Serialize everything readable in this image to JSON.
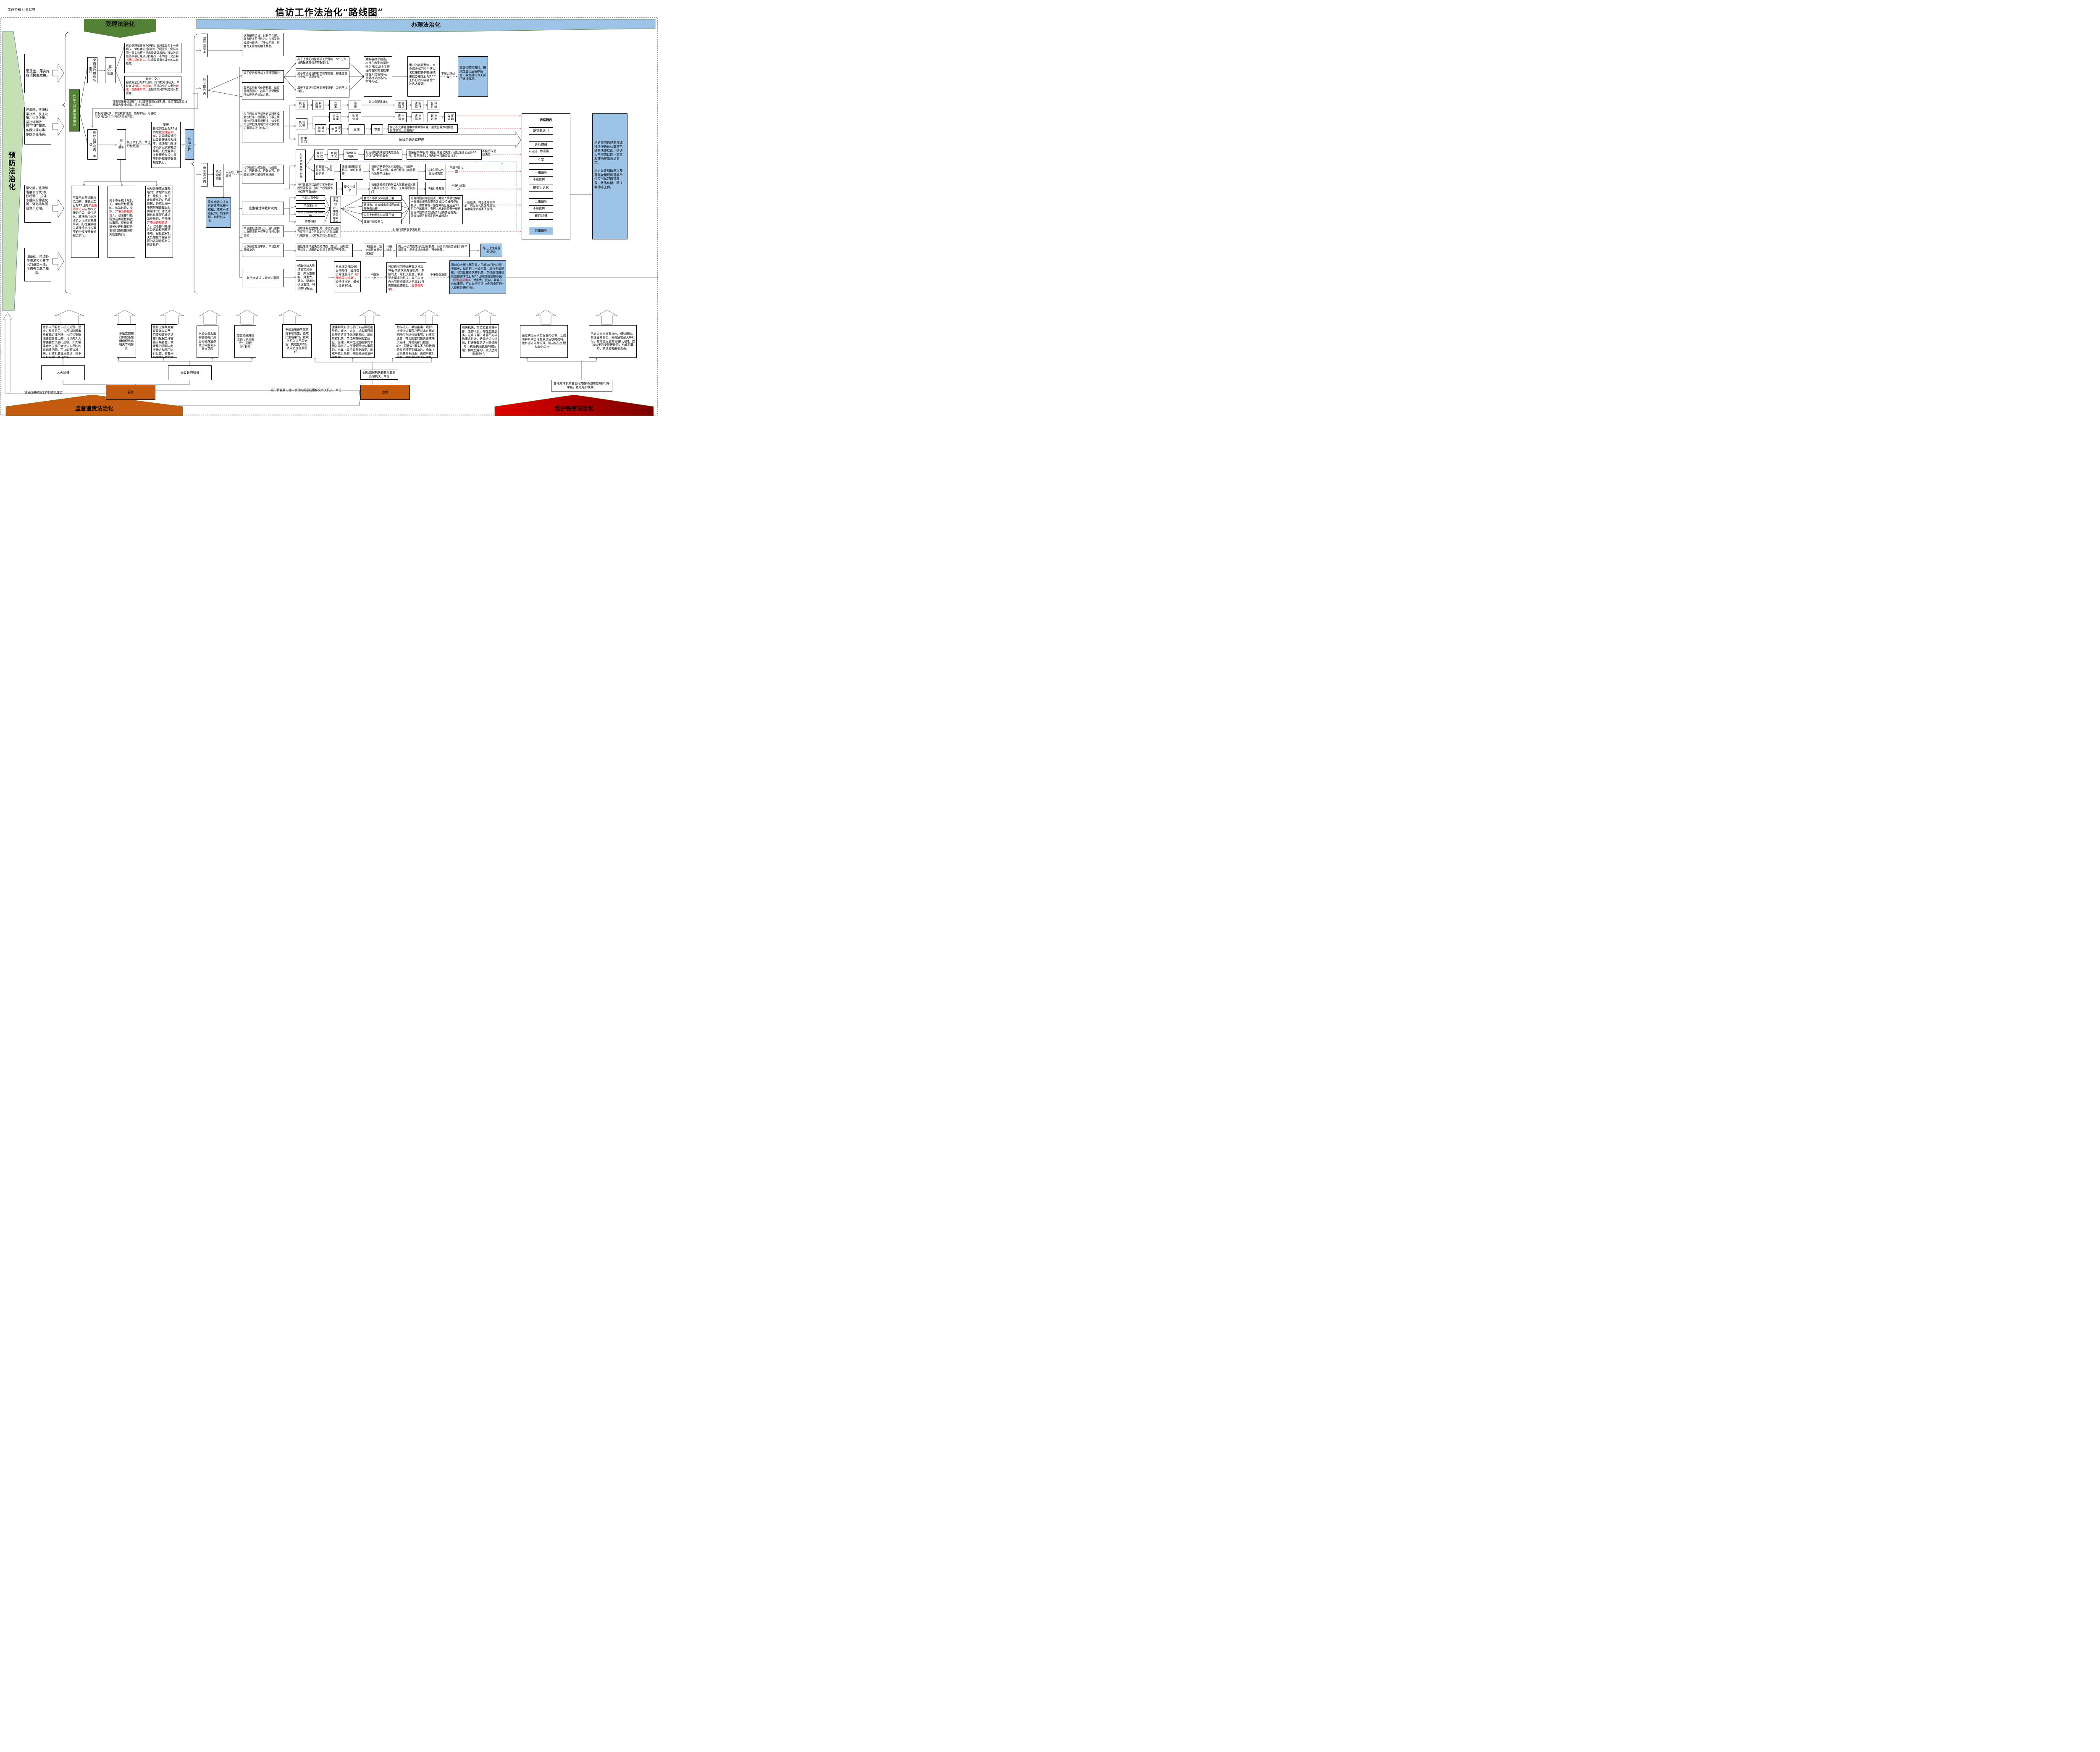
{
  "header": {
    "note": "工作资料  注意保管",
    "title": "信访工作法治化“路线图”"
  },
  "banners": {
    "acceptance": "受理法治化",
    "handling": "办理法治化",
    "prevention": "预防法治化",
    "supervision": "监督追责法治化",
    "order": "维护秩序法治化"
  },
  "prevention": {
    "items": [
      "惠民生，落实好各项民生政策。",
      "控风险，坚持科学决策、民主决策、依法决策，坚决做到依照“三定”履职、依照法律办事、依照责任落实。",
      "早化解，坚持和发展新时代“枫桥经验”，加强矛盾纠纷排查化解，强化信访问题源头治理。",
      "固基础，推动各类资源和力量下沉到基层一线，全面夯实基层基础。"
    ]
  },
  "acceptance": {
    "petitioner": "信访人提出信访事项",
    "party_dept": "党委和政府信访部门",
    "register": "登记、甄别",
    "reject_box": {
      "pre": "已经受理或正在办理的；跨越本级和上一级机关、单位走访提出的；已经复核，仍然以同一事实和理由提出投诉请求的；涉法涉诉信访事项已经依法终结的，不转送、交办并",
      "red": "书面告知信访人。",
      "post": "法规政策另有规定的从其规定。"
    },
    "transfer_box": {
      "title": "转送、交办",
      "p1": "自收到之日起15日内，向有权处理机关、单位发放",
      "r1": "转送、交办单",
      "p2": "，同时向信访人发放",
      "r2": "转送、交办告知单",
      "p3": "。法规政策另有规定的从其规定。"
    },
    "feedback_note": "党委和政府信访部门可以要求有权处理机关、单位在指定办理期限内反馈结果，提交办结报告。",
    "objection_note": "有权处理机关、单位收到转送、交办单后，可自收到之日起5个工作日内提出异议。",
    "authority": "有权处理机关、单位",
    "register2": "登记、甄别",
    "scope_label": "属于本机关、单位职权范围",
    "accept_box": {
      "title": "受理",
      "p1": "自收到之日起15日内发放",
      "red": "受理告知单",
      "p2": "，告知接收情况以及处理途径和程序。政法部门处理涉及诉讼权利救济事项、纪检监察机关处理检举控告事项的告知按照有关规定执行。"
    },
    "handle_by_law": "依法办理",
    "bottom_boxes": [
      {
        "pre": "不属于本系统职权范围的，自收到之日起15日内",
        "red": "书面告知信访人",
        "post": "向有权处理的机关、单位提出。政法部门处理涉及诉讼权利救济事项、纪检监察机关处理检举控告事项的告知按照有关规定执行。"
      },
      {
        "pre": "属于本系统下级机关、单位职权范围的，依法转送、交办，并",
        "red": "书面告知信访人",
        "post": "。政法部门处理涉及诉讼权利救济事项、纪检监察机关处理检举控告事项的告知按照有关规定执行。"
      },
      {
        "pre": "已经受理或正在办理的；跨越本级和上一级机关、单位走访提出的；已经复核，仍然以同一事实和理由提出投诉请求的；涉法涉诉信访事项已经依法终结的，不受理并",
        "red": "书面告知信访人",
        "post": "。政法部门处理涉及诉讼权利救济事项、纪检监察机关处理检举控告事项的告知按照有关规定执行。"
      }
    ]
  },
  "handling": {
    "categories": {
      "suggestion": "建议意见类",
      "report": "检举控告类",
      "appeal": "申诉求决类"
    },
    "suggestion_box": "认真研究论证，对科学合理、具有现实可行性的，应当采纳或部分采纳，并予以回复。符合有关规定的给予奖励。",
    "report": {
      "discipline_scope": "属于纪检监察机关受理范围的",
      "other_scope": "属于其他有权处理机关、单位受理范围的，按照干部管理权限依规依纪依法办理。",
      "upper": "属于上级纪检监察机关受理的，5个工作日内报送其信访举报部门。",
      "same": "属于本级受理的初次检举控告，移送监督检查部门或相关部门。",
      "lower": "属于下级纪检监察机关受理的，及时予以转送。",
      "notify": "对实名检举控告，应当在收到检举控告之日起15个工作日内告知实名检举控告人受理情况。重复检举控告的，不再告知。",
      "feedback": "承办的监督检查、审查调查部门应当将实名检举控告的处理结果在办结之日起15个工作日内向实名检举控告人反馈。",
      "dissatisfied": "不服办理结果",
      "repeat": "重复检举控告的，按规定登记后留存备查，并定期向有关部门通报情况。"
    },
    "mediation": "依法调解和解",
    "no_agreement": "未达成一致意见",
    "mediation_result": "贯穿申诉求决类信访事项化解全过程，达成一致意见的，制作调解、和解协议书。",
    "litigation": {
      "entry": "应当通过审判机关诉讼程序或复议程序、检察机关刑事立案程序或法律监督程序、公安机关法律程序处理的涉法涉诉信访事项未依法终结的",
      "police": "公安机关",
      "police_steps": [
        "刑事处理",
        "立案",
        "侦查"
      ],
      "arrest_need": "依法需要逮捕的",
      "police_steps2": [
        "提请逮捕",
        "执行逮捕",
        "移送起诉"
      ],
      "procuratorate": "检察机关",
      "proc_steps": [
        "立案监督",
        "侦查监督"
      ],
      "proc_steps2": [
        "审查逮捕",
        "批准逮捕",
        "审查起诉",
        "提起公诉"
      ],
      "proc_lit": [
        "诉讼监督",
        "提交申请书",
        "受理",
        "审查"
      ],
      "proc_result": "作出不支持监督申请或申诉决定，或发出再审检察建议或提请上级院抗诉",
      "court": "审判机关",
      "court_text": "依法启动诉讼程序"
    },
    "admin": {
      "entry": "可以通过行政复议、行政裁决、行政确认、行政许可、行政处罚等行政程序解决的",
      "dispute": "与行政机关的纠纷",
      "review_steps": [
        "行政复议",
        "提交申请",
        "行政复议机关",
        "对行政机关作出的决定是否合法合理进行审查"
      ],
      "review_result": "普通程序60日内作出行政复议决定，经批准延长至多30日；简易程序30日内作出行政复议决定。",
      "review_dissatisfied": "不服行政复议决定",
      "confirm_steps": [
        "行政确认、行政许可、行政处罚等",
        "法律法规规定的机关、单位和组织",
        "对是否需要作出行政确认、行政许可、行政处罚，或对已经作出的是否合法等予以审查",
        "法定时限内作出行政决定"
      ],
      "confirm_dissatisfied": "不服行政决定",
      "ruling_steps": [
        "与行政管理活动密切相关的自然资源权属、知识产权侵权和补偿等民事纠纷",
        "提交申请书",
        "法律法规规定的各级人民政府或各级人民政府农业、林业、工商等职能部门",
        "作出行政裁决"
      ],
      "ruling_dissatisfied": "不服行政裁决"
    },
    "arbitration": {
      "entry": "应当通过仲裁解决的",
      "types": [
        "劳动人事争议",
        "民商事纠纷",
        "农村土地承包经营纠纷",
        "体育纠纷"
      ],
      "apply": "根据法律法规规定、仲裁协议等申请仲裁",
      "committees": [
        "劳动人事争议仲裁委员会",
        "直辖市、省会城市或设区的市仲裁委员会",
        "农村土地承包仲裁委员会",
        "体育仲裁委员会"
      ],
      "result": "法定时限内作出裁决（劳动人事争议仲裁一般自受理仲裁申请之日起45日内作出裁决；体育仲裁一般在仲裁庭组庭后3个月内作出裁决；农村土地承包仲裁一般自受理仲裁申请之日起60日内作出裁决，法律法规另有规定的从其规定）",
      "dissatisfied": "不服裁决，符合法定条件的，可以向人民法院起诉，或申请撤销或不予执行。"
    },
    "duty": {
      "entry": "申请查处违法行为、履行保护人身权或财产权等合法权益职责的",
      "handler": "法律法规规定的机关、单位和组织在接到申请之日起2个月内依法履行或答复，另有规定的从其规定。",
      "dissatisfied": "对履行或答复不满意的"
    },
    "party": {
      "entry": "可以通过党员申诉、申请复审等解决的",
      "handler": "由批准或作出决定的党委（党组）、纪检监察机关，或同级公务员主管部门等受理。",
      "decision": "作出复议、复查或复审等处理决定",
      "dissatisfied": "不服决定",
      "upper": "向上一级党委或纪检监察机关、同级公务员主管部门等申请复核、复查或提出申诉、再申诉等。",
      "final": "作出决定或最终决定"
    },
    "other": {
      "entry": "其他申诉求决类信访事项",
      "hearing": "听取信访人陈述事实和理由，并调查核实。对重大、复杂、疑难的信访事项，可以举行听证。",
      "result": {
        "pre": "自受理之日起60日内办结，出具信访处理意见书（",
        "red": "办理结果告知单",
        "post": "）。经依法批准，最长可延长30日。"
      },
      "dissatisfied": "不服决定",
      "review": {
        "pre": "可以自收到书面答复之日起30日内请求原办理机关、单位的上一级机关复查。收到复查请求的机关、单位应当自收到复查请求之日起30日内提出复查意见（",
        "red": "复查告知单",
        "post": "）。"
      },
      "review_dissatisfied": "不服复查决定",
      "recheck": {
        "pre": "可以自收到书面答复之日起30日内向复查机关、单位的上一级机关、单位申请复核。收到复核请求的机关、单位应当自收到复核请求之日起30日内提出复核意见（",
        "red": "复核告知单",
        "post": "）。对重大、复杂、疑难的信访事项，可以举行听证（听证时间不计入复核办理时间）。"
      }
    },
    "lawsuit": {
      "title": "诉讼程序",
      "steps": [
        "提交起诉书",
        "诉前调解",
        "立案",
        "一审裁判",
        "提交上诉状",
        "二审裁判",
        "审判监督",
        "再审裁判"
      ],
      "between": [
        "",
        "未达成一致意见",
        "",
        "不服裁判",
        "",
        "不服裁判",
        ""
      ]
    },
    "final_box": "信访事项已经复核或涉法涉诉信访事项已经依法终结的，信访人不得再以同一事实和理由提出信访事项。\n\n地方党委和政府以及基层党组织和基层单位应当做好疏导教育、矛盾化解、帮扶救助等工作。"
  },
  "supervision": {
    "boxes": [
      "信访人不服有关机关处理、复查、复核意见、人民法院两审终审裁定或判决、人民检察院法律监督意见的，可以向人大常委会有关部门反映。人大常委会有关部门对信访人反映的普遍性问题，可以向司法机关、行政机关提出意见，但不直接受理、处理个案。",
      "各级党委和政府应当定期组织信访相关专项督查",
      "信访工作联席会议及其办公室、党委和政府信访部门根据工作需要开展督查，就发现的问题向有关地方和部门进行反馈，重要问题向本级党委和政府报告。",
      "各级党委和政府督查部门应当将疑难复杂信访问题列入督查范围",
      "党委和政府信访部门依法履行“三项建议”职责",
      "不依法履职导致信访事项发生，造成严重后果的，依规依纪依法严肃处理；构成犯罪的，依法追究刑事责任。",
      "党委和政府信访部门未按照规定登记、转送、交办，或未履行督办等信访事项处理职责的；其他有权机关、单位未按照规定登记、受理，或未在规定期限内书面告知信访人是否受理信访事项的，由其上级机关责令改正；造成严重后果的，依规依纪依法严肃处理。",
      "有权机关、单位推诿、敷衍、拖延信访事项办理或未在规定期限内办结信访事项；对事实清楚，符合规定的投诉请求未予支持；对信访部门提出的“三项建议”落实不力导致问题长期得不到解决的，由其上级机关责令改正；造成严重后果的，依规依纪依法严肃处理。",
      "有关机关、单位及其领导干部、工作人员，存在态度恶劣、吃拿卡要、处置不力导致事态扩大、泄露信访人信息、打击报复信访人等情形的，依规依纪依法严肃处理；构成犯罪的，依法追究刑事责任。",
      "通过典型案例加强宣传引导，让信访群众明白既有依法反映的权利，也有遵守法律法规、服从依法处理结论的义务。",
      "信访人存在滋事扰序、缠访闹访，捏造歪曲事实、诬告陷害他人等行为，构成违反治安管理行为的，依法给予治安管理处罚；构成犯罪的，依法追究刑事责任。"
    ],
    "npc": "人大监督",
    "party_gov": "党委政府监督",
    "discipline": "纪检监察机关和其他有权处理机关、单位",
    "legal_org": "各级政法机关要会同党委和政府信访部门等单位，依法维护秩序。",
    "supervise": "监督",
    "accountability": "追责",
    "suggestion_label": "提出改进预防工作的意见建议",
    "transfer_label": "及时将监督过程中发现的问题线索移交有关机关、单位"
  },
  "colors": {
    "green": "#538135",
    "light_green": "#c5e0b4",
    "blue": "#9dc3e6",
    "orange": "#c55a11",
    "red": "#e00000"
  }
}
